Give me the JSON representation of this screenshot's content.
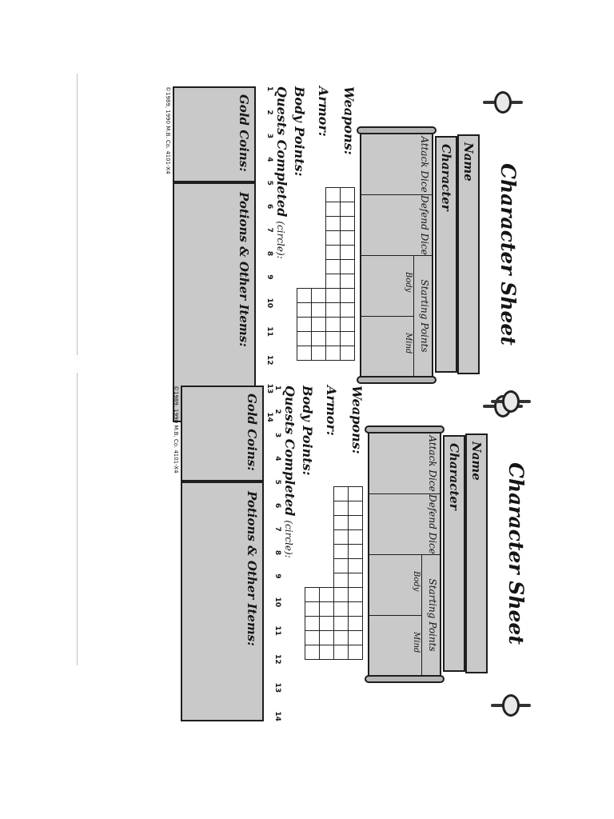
{
  "sheet": {
    "title": "Character Sheet",
    "name_label": "Name",
    "character_label": "Character",
    "attack_dice_label": "Attack Dice",
    "defend_dice_label": "Defend Dice",
    "starting_points_label": "Starting Points",
    "body_label": "Body",
    "mind_label": "Mind",
    "weapons_label": "Weapons:",
    "armor_label": "Armor:",
    "body_points_label": "Body Points:",
    "quests_label": "Quests Completed",
    "quests_hint": "(circle):",
    "quest_numbers": [
      "1",
      "2",
      "3",
      "4",
      "5",
      "6",
      "7",
      "8",
      "9",
      "10",
      "11",
      "12",
      "13",
      "14"
    ],
    "gold_label": "Gold Coins:",
    "potions_label": "Potions & Other Items:",
    "copyright": "©1989, 1990 M.B. Co. 4101-X4"
  }
}
